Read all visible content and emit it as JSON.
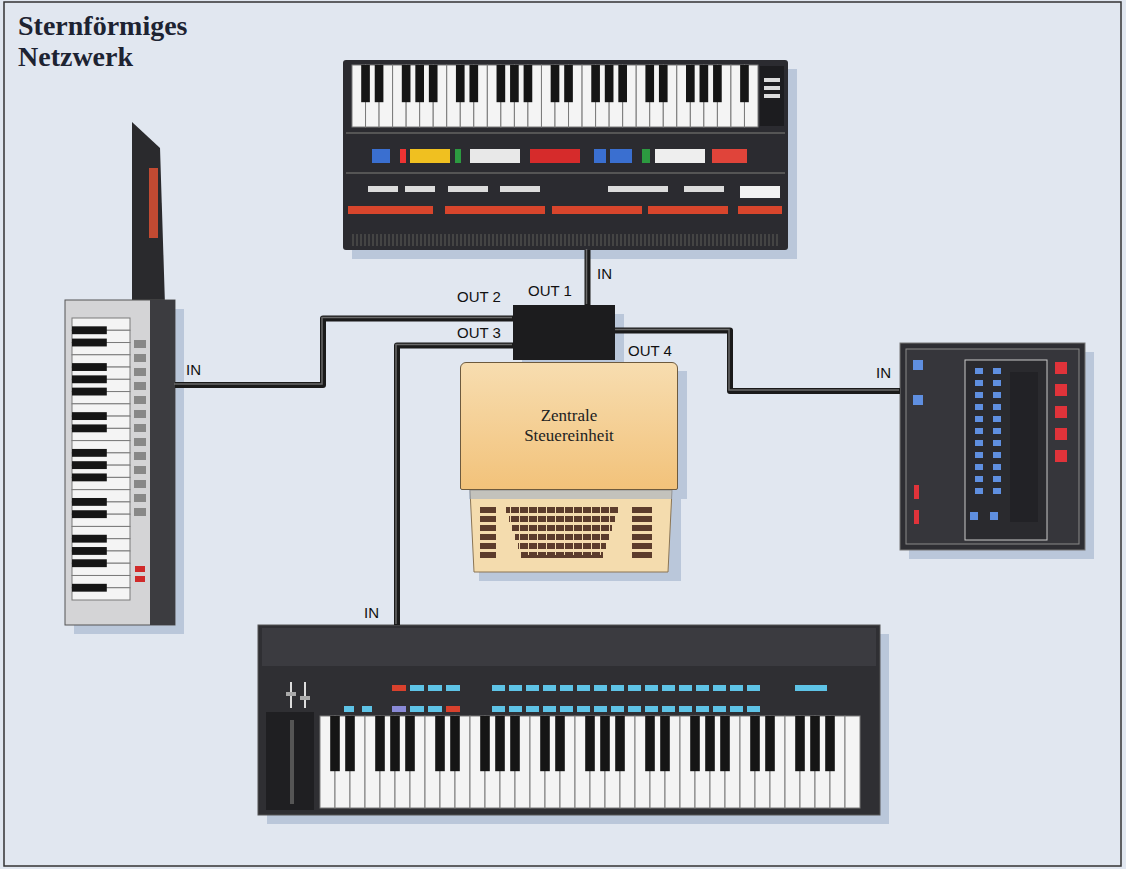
{
  "diagram": {
    "title": "Sternförmiges Netzwerk",
    "nodes": [
      {
        "text": [
          "IN"
        ]
      },
      {
        "text": [
          "OUT 1",
          "OUT 2",
          "OUT 3",
          "OUT 4"
        ]
      },
      {
        "text": [
          "IN"
        ]
      },
      {
        "text": [
          "IN"
        ]
      },
      {
        "text": [
          "Zentrale Steuereinheit"
        ]
      },
      {
        "text": [
          "IN"
        ]
      }
    ],
    "edges": [
      {
        "from": 1,
        "to": 0,
        "arrow": "none"
      },
      {
        "from": 1,
        "to": 2,
        "arrow": "none"
      },
      {
        "from": 1,
        "to": 3,
        "arrow": "none"
      },
      {
        "from": 1,
        "to": 5,
        "arrow": "none"
      }
    ]
  }
}
